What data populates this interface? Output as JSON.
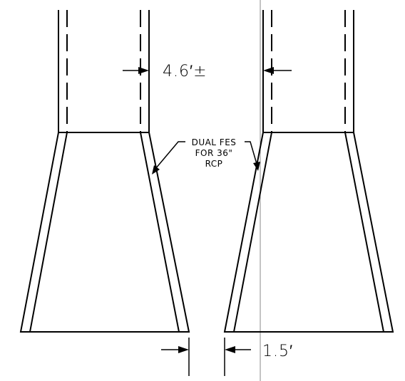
{
  "labels": {
    "pipe_spacing": "4.6′±",
    "fes_line1": "DUAL FES",
    "fes_line2": "FOR 36\"",
    "fes_line3": "RCP",
    "apron_offset": "1.5′"
  }
}
